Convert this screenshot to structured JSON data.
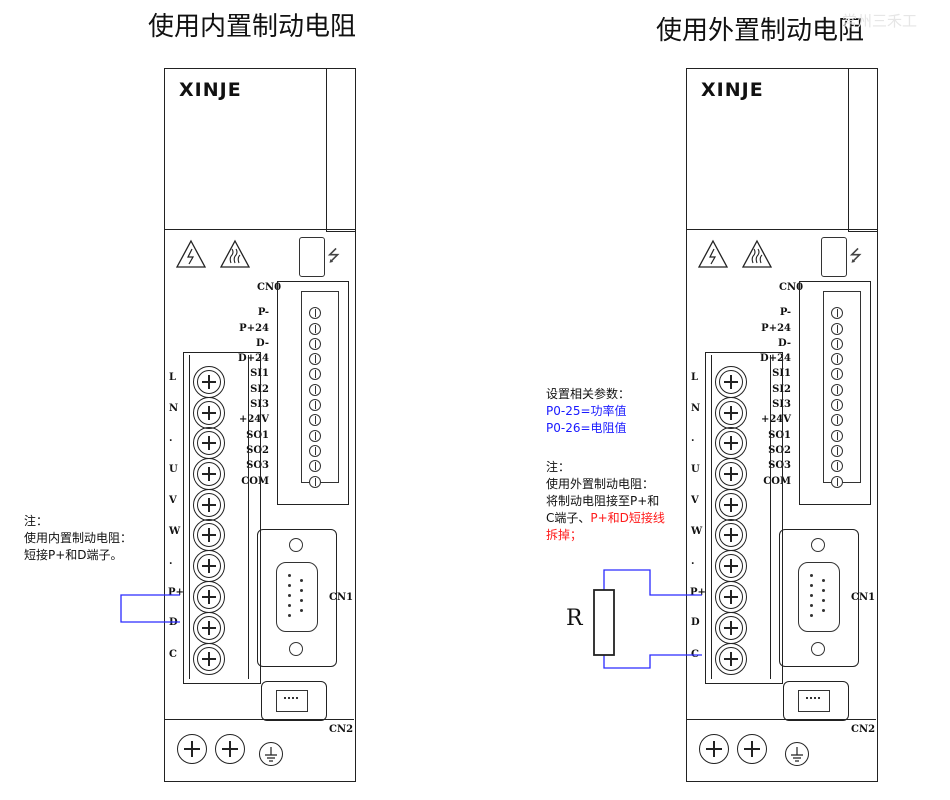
{
  "titles": {
    "left": "使用内置制动电阻",
    "right": "使用外置制动电阻"
  },
  "watermark": "常州三禾工",
  "drive": {
    "brand": "XINJE",
    "cn0": "CN0",
    "cn1": "CN1",
    "cn2": "CN2",
    "signal_labels": [
      "P-",
      "P+24",
      "D-",
      "D+24",
      "SI1",
      "SI2",
      "SI3",
      "+24V",
      "SO1",
      "SO2",
      "SO3",
      "COM"
    ],
    "terminal_labels": [
      "L",
      "N",
      ".",
      "U",
      "V",
      "W",
      ".",
      "P+",
      "D",
      "C"
    ],
    "usb_symbol": "⭍"
  },
  "left_note": {
    "line1": "注：",
    "line2": "使用内置制动电阻：",
    "line3": "短接P+和D端子。"
  },
  "right_params": {
    "heading": "设置相关参数：",
    "p1": "P0-25=功率值",
    "p2": "P0-26=电阻值"
  },
  "right_note": {
    "line1": "注：",
    "line2": "使用外置制动电阻：",
    "line3": "将制动电阻接至P+和",
    "line4a": "C端子、",
    "line4b": "P+和D短接线",
    "line5": "拆掉；"
  },
  "resistor_label": "R",
  "colors": {
    "wire": "#2a2aff",
    "param_text": "#1a1aff",
    "warning_text": "#ff1a1a"
  }
}
